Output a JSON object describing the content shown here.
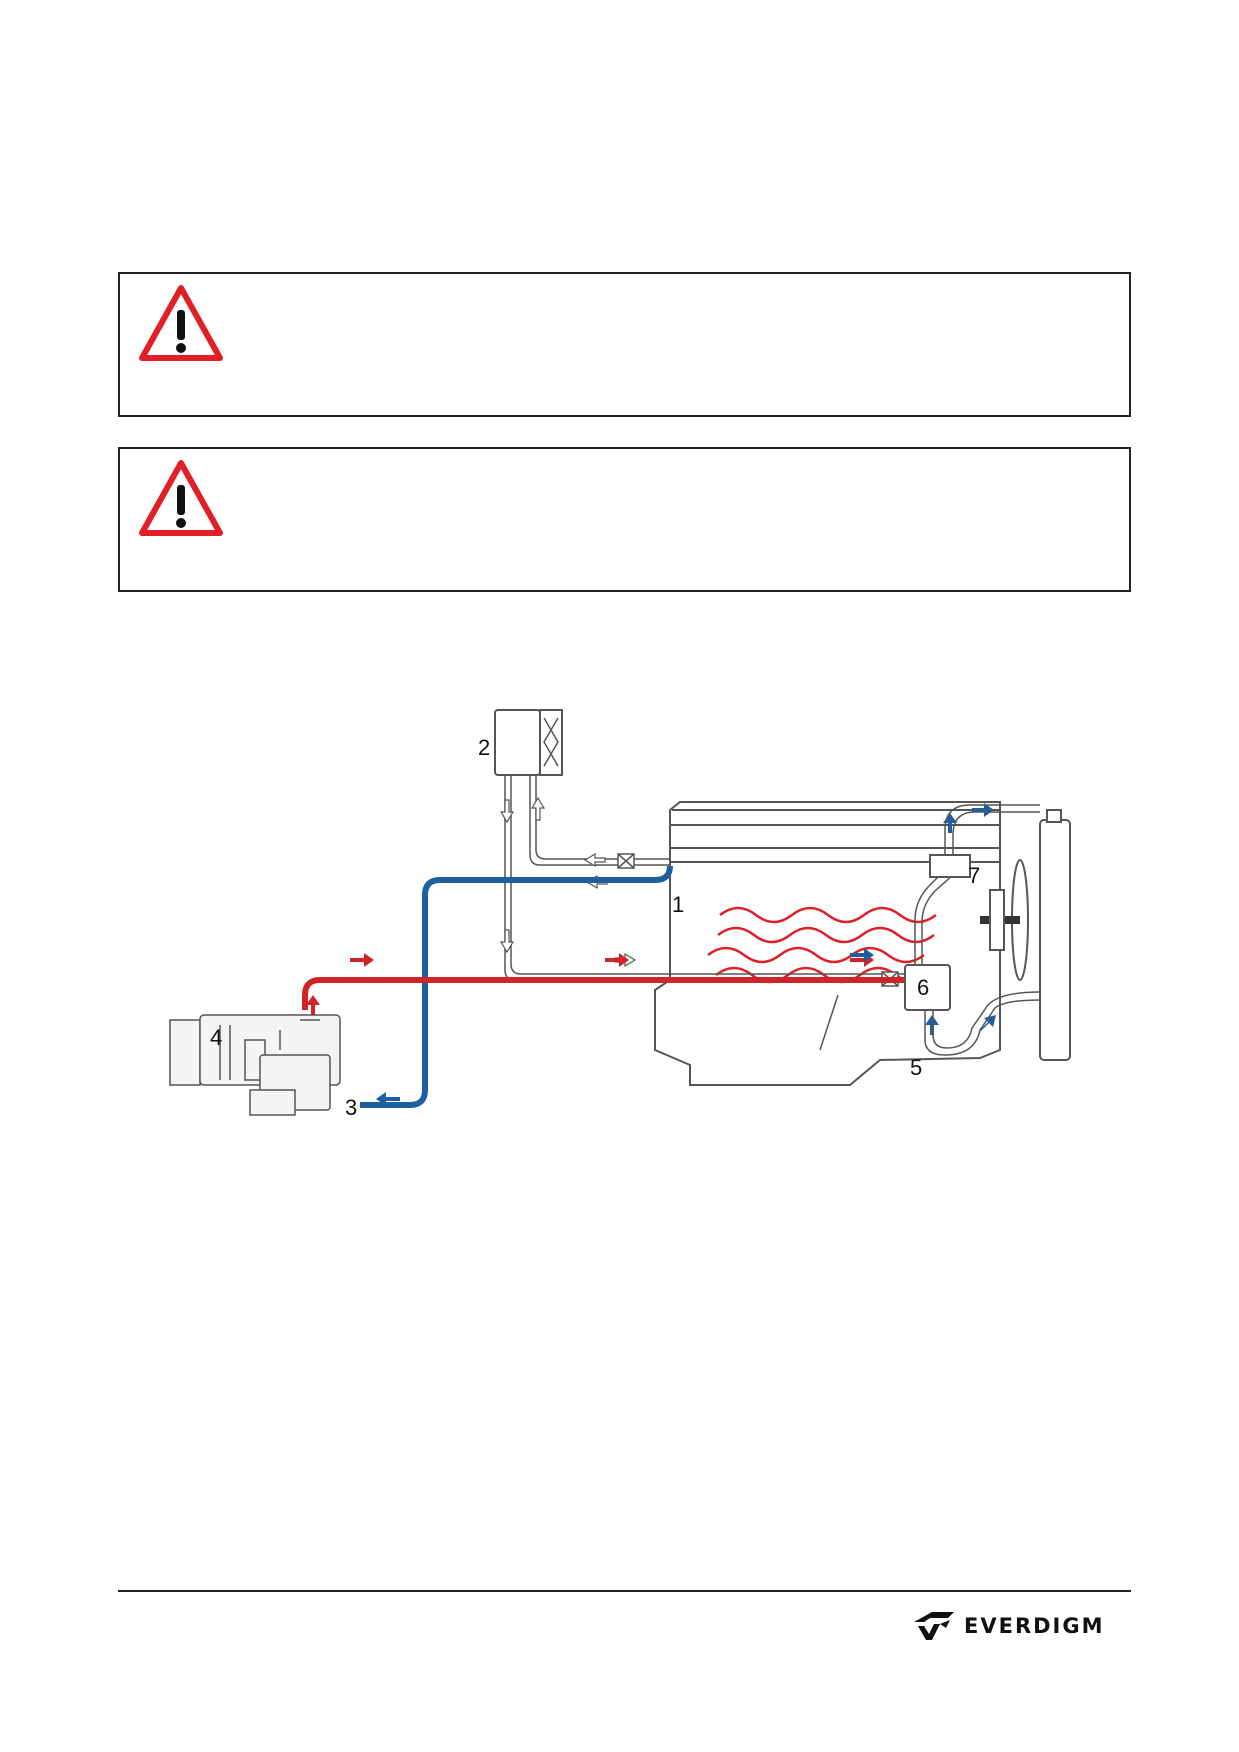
{
  "warnings": [
    {
      "icon": "warning-triangle-icon"
    },
    {
      "icon": "warning-triangle-icon"
    }
  ],
  "diagram": {
    "labels": {
      "one": "1",
      "two": "2",
      "three": "3",
      "four": "4",
      "five": "5",
      "six": "6",
      "seven": "7"
    },
    "colors": {
      "hot": "#d1232a",
      "cold": "#1e5fa0",
      "outline": "#555555"
    }
  },
  "footer": {
    "brand": "EVERDIGM"
  }
}
